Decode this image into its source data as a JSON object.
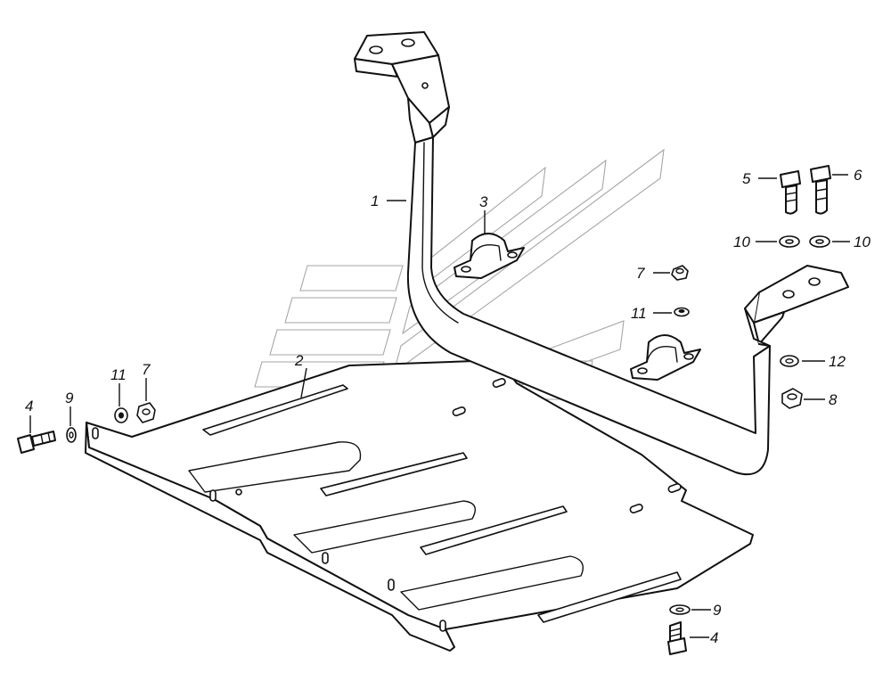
{
  "diagram": {
    "callouts": [
      {
        "id": "c1",
        "text": "1"
      },
      {
        "id": "c2",
        "text": "2"
      },
      {
        "id": "c3",
        "text": "3"
      },
      {
        "id": "c4a",
        "text": "4"
      },
      {
        "id": "c4b",
        "text": "4"
      },
      {
        "id": "c5",
        "text": "5"
      },
      {
        "id": "c6",
        "text": "6"
      },
      {
        "id": "c7a",
        "text": "7"
      },
      {
        "id": "c7b",
        "text": "7"
      },
      {
        "id": "c8",
        "text": "8"
      },
      {
        "id": "c9a",
        "text": "9"
      },
      {
        "id": "c9b",
        "text": "9"
      },
      {
        "id": "c10a",
        "text": "10"
      },
      {
        "id": "c10b",
        "text": "10"
      },
      {
        "id": "c11a",
        "text": "11"
      },
      {
        "id": "c11b",
        "text": "11"
      },
      {
        "id": "c12",
        "text": "12"
      }
    ]
  },
  "colors": {
    "line": "#111111",
    "watermark": "#a6a6a6",
    "background": "#ffffff"
  }
}
